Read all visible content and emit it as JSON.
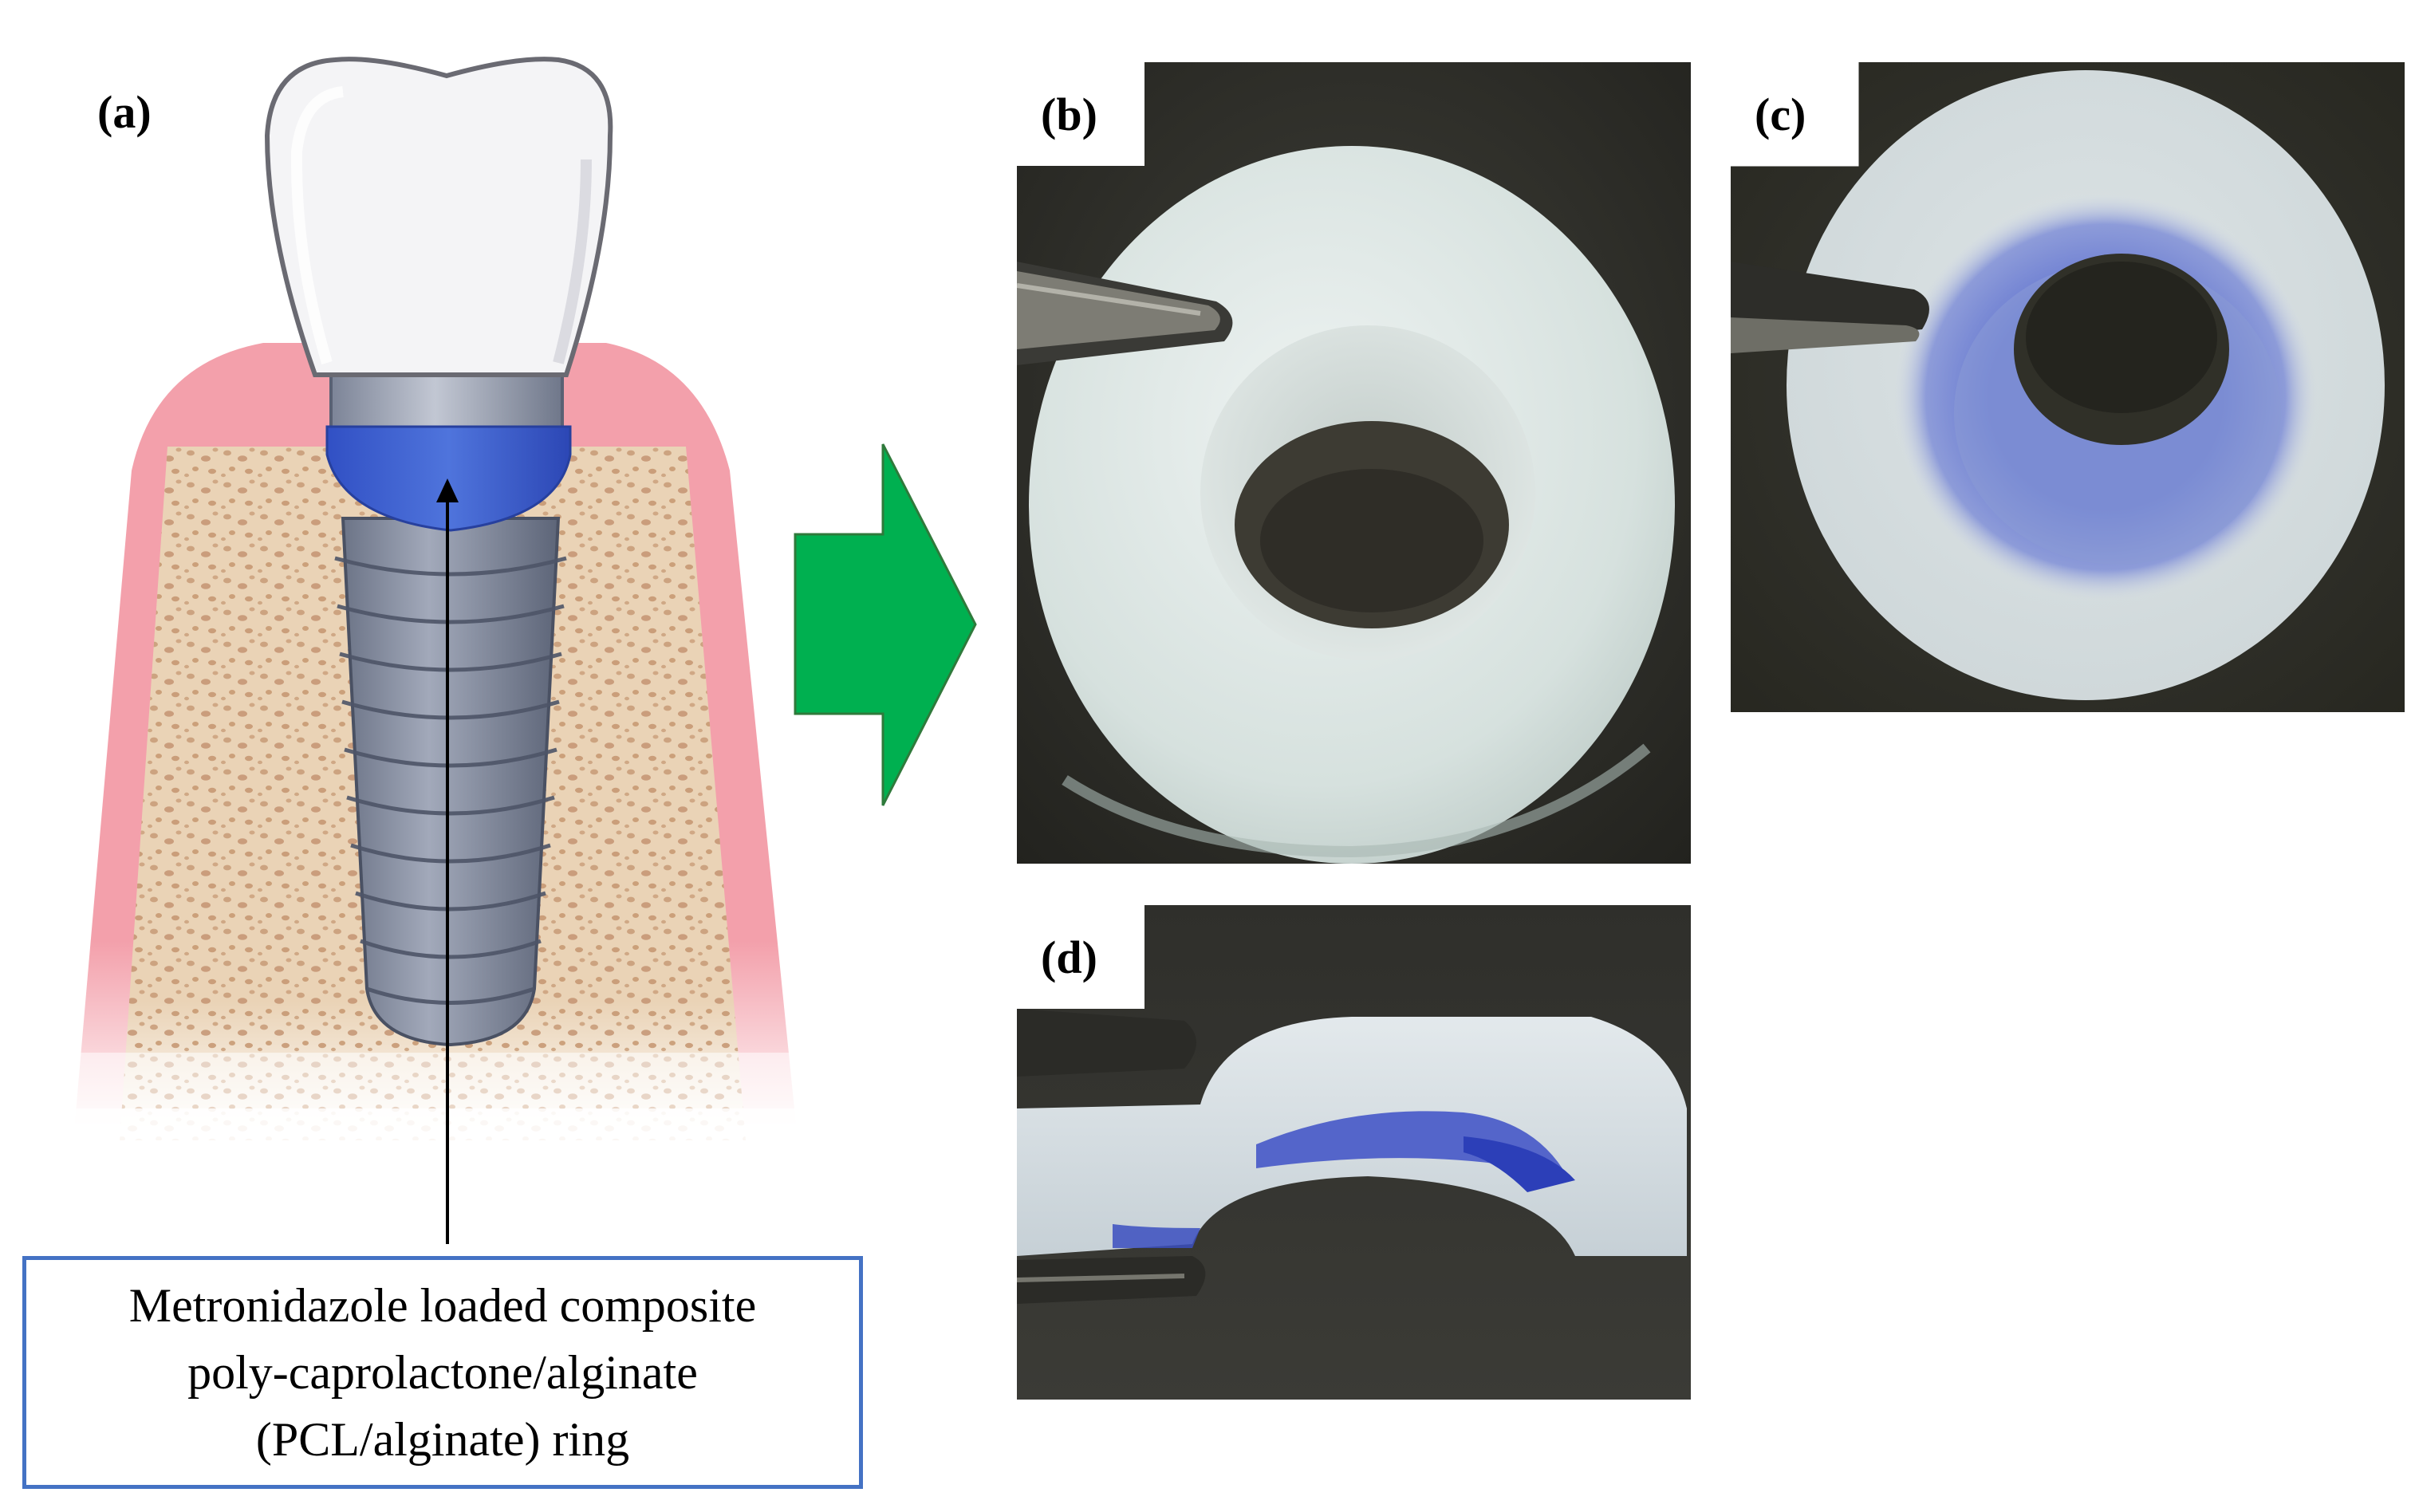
{
  "panels": {
    "a": {
      "label": "(a)"
    },
    "b": {
      "label": "(b)"
    },
    "c": {
      "label": "(c)"
    },
    "d": {
      "label": "(d)"
    }
  },
  "caption": {
    "lines": [
      "Metronidazole loaded composite",
      "poly-caprolactone/alginate",
      "(PCL/alginate) ring"
    ]
  },
  "colors": {
    "arrow": "#00b050",
    "box_border": "#4472c4",
    "ring_highlight": "#3f63cf",
    "gum": "#f08a98",
    "bone": "#e9cfb0",
    "dye": "#3a4fc8"
  }
}
